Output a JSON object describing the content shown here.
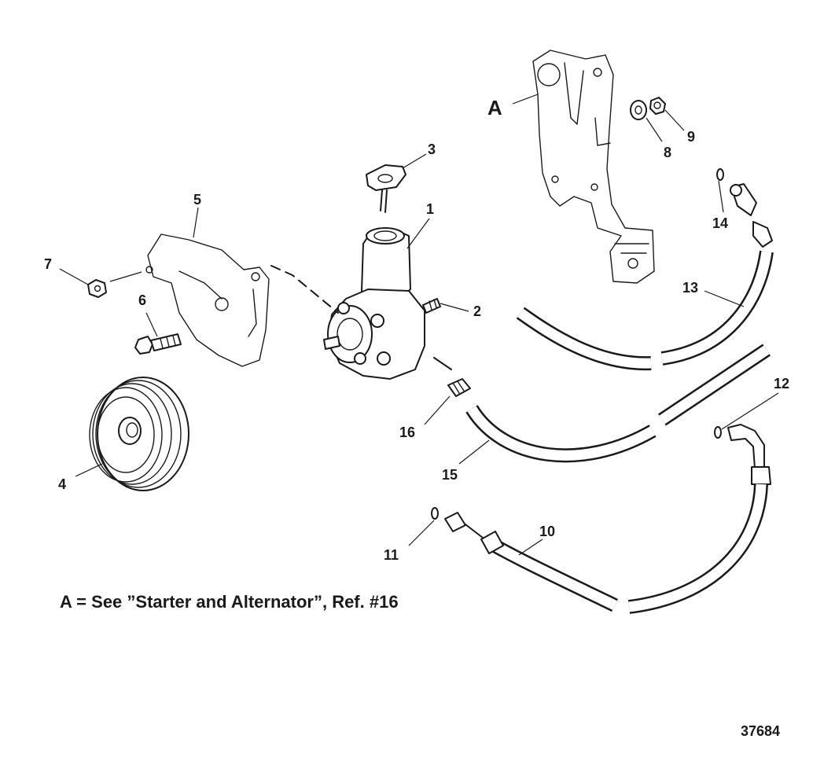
{
  "diagram": {
    "callouts": [
      "1",
      "2",
      "3",
      "4",
      "5",
      "6",
      "7",
      "8",
      "9",
      "10",
      "11",
      "12",
      "13",
      "14",
      "15",
      "16"
    ],
    "reference_letter": "A",
    "note": "A = See ”Starter and Alternator”, Ref. #16",
    "figure_number": "37684"
  }
}
